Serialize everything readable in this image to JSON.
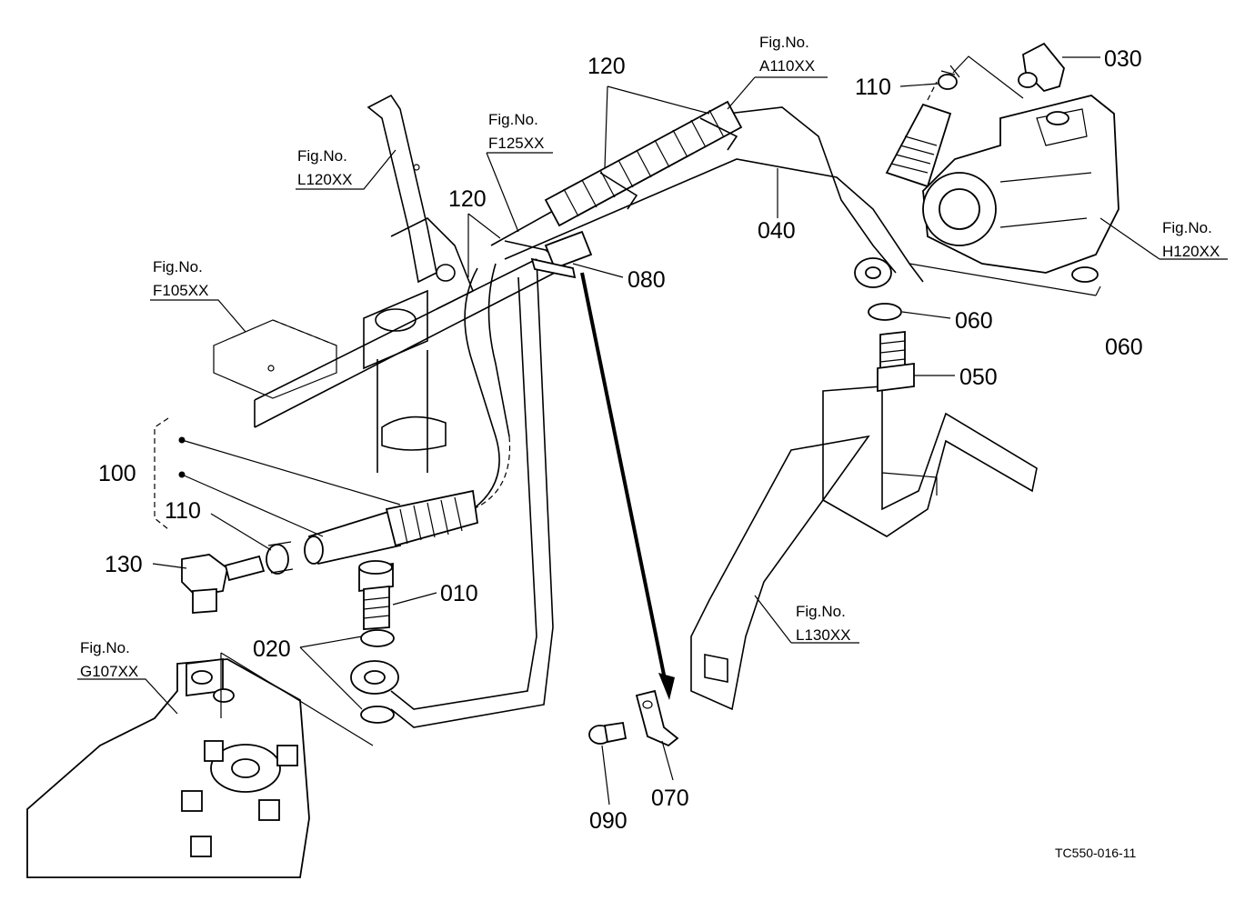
{
  "parts": {
    "p010": "010",
    "p020": "020",
    "p030": "030",
    "p040": "040",
    "p050": "050",
    "p060a": "060",
    "p060b": "060",
    "p070": "070",
    "p080": "080",
    "p090": "090",
    "p100": "100",
    "p110a": "110",
    "p110b": "110",
    "p120a": "120",
    "p120b": "120",
    "p130": "130"
  },
  "figrefs": {
    "a110": {
      "prefix": "Fig.No.",
      "code": "A110XX"
    },
    "f125": {
      "prefix": "Fig.No.",
      "code": "F125XX"
    },
    "l120": {
      "prefix": "Fig.No.",
      "code": "L120XX"
    },
    "f105": {
      "prefix": "Fig.No.",
      "code": "F105XX"
    },
    "h120": {
      "prefix": "Fig.No.",
      "code": "H120XX"
    },
    "l130": {
      "prefix": "Fig.No.",
      "code": "L130XX"
    },
    "g107": {
      "prefix": "Fig.No.",
      "code": "G107XX"
    }
  },
  "drawing_code": "TC550-016-11"
}
